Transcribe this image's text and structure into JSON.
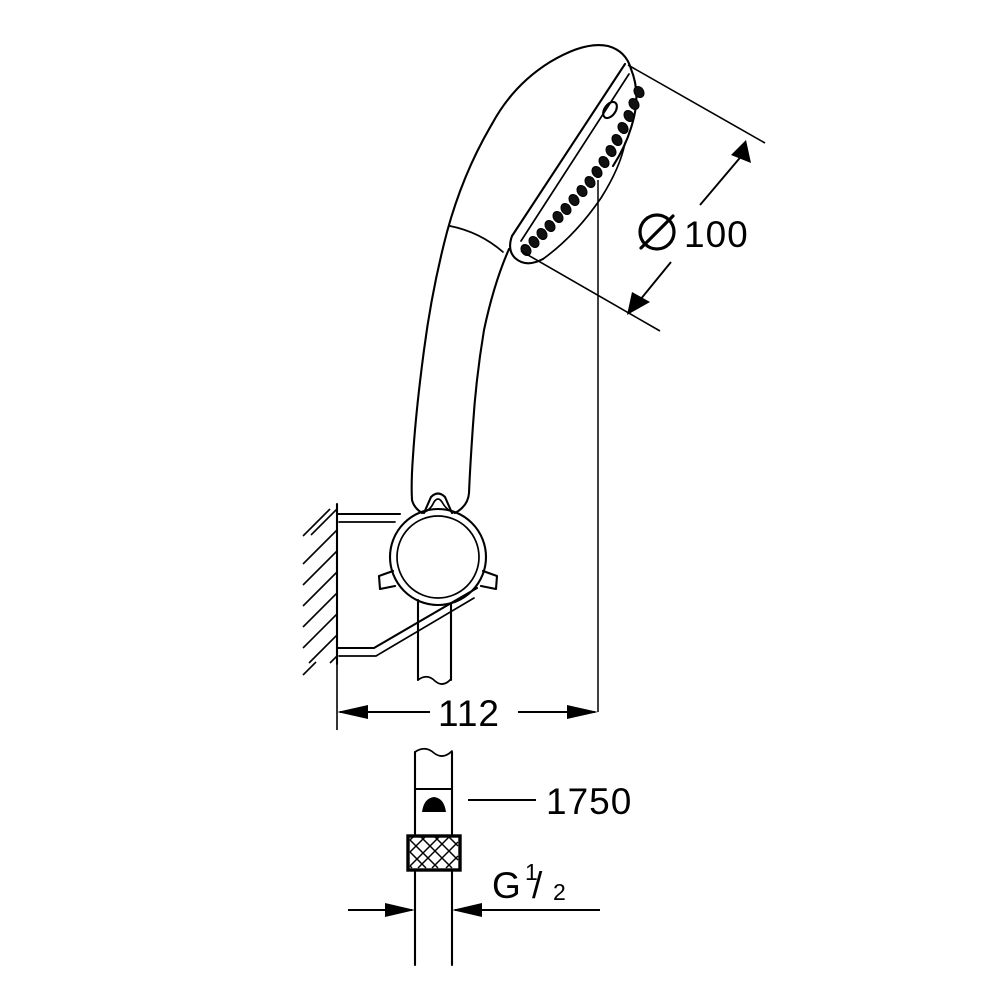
{
  "drawing": {
    "title": "Hand shower with wall bracket and hose - dimensioned technical drawing",
    "background_color": "#ffffff",
    "line_color": "#000000",
    "units": "mm"
  },
  "dimensions": {
    "head_diameter": {
      "label": "Ø 100",
      "symbol": "Ø",
      "value": "100",
      "name": "spray-head-diameter"
    },
    "projection": {
      "label": "112",
      "value": "112",
      "name": "wall-projection"
    },
    "hose_length": {
      "label": "1750",
      "value": "1750",
      "name": "hose-length"
    },
    "thread": {
      "label": "G 1/2",
      "letter": "G",
      "numerator": "1",
      "denominator": "2",
      "slash": "/",
      "name": "hose-thread-size"
    }
  },
  "components": {
    "spray_head": "spray-head",
    "handle": "shower-handle",
    "wall": "wall-section",
    "bracket": "wall-bracket",
    "hose_stub": "hose-stub",
    "hose": "shower-hose",
    "knurled_nut": "knurled-coupling-nut",
    "centerline": "head-centerline"
  }
}
